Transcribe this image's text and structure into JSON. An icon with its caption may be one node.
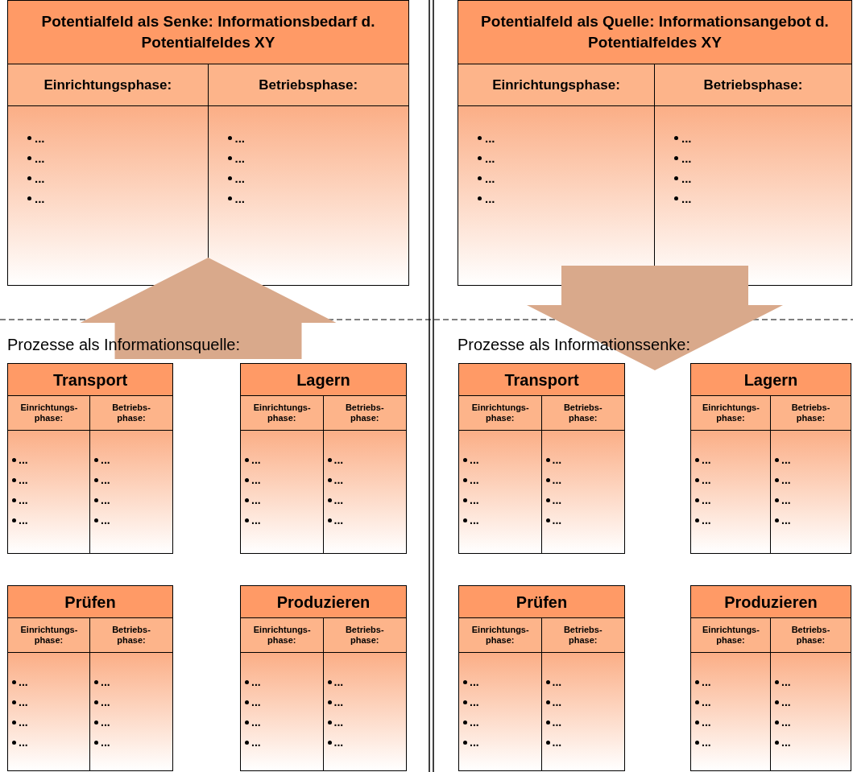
{
  "diagram": {
    "nodes": [
      {
        "text": [
          "Potentialfeld als Senke: Informationsbedarf d. Potentialfeldes XY"
        ]
      },
      {
        "text": [
          "Einrichtungsphase:",
          "...",
          "...",
          "...",
          "..."
        ],
        "in": 0
      },
      {
        "text": [
          "Betriebsphase:",
          "...",
          "...",
          "...",
          "..."
        ],
        "in": 0
      },
      {
        "text": [
          "Potentialfeld als Quelle: Informationsangebot d. Potentialfeldes XY"
        ]
      },
      {
        "text": [
          "Einrichtungsphase:",
          "...",
          "...",
          "...",
          "..."
        ],
        "in": 3
      },
      {
        "text": [
          "Betriebsphase:",
          "...",
          "...",
          "...",
          "..."
        ],
        "in": 3
      },
      {
        "text": [
          "Prozesse als Informationsquelle:"
        ]
      },
      {
        "text": [
          "Prozesse als Informationssenke:"
        ]
      },
      {
        "text": [
          "Transport"
        ]
      },
      {
        "text": [
          "Einrichtungs- phase:",
          "...",
          "...",
          "...",
          "..."
        ],
        "in": 8
      },
      {
        "text": [
          "Betriebs- phase:",
          "...",
          "...",
          "...",
          "..."
        ],
        "in": 8
      },
      {
        "text": [
          "Lagern"
        ]
      },
      {
        "text": [
          "Einrichtungs- phase:",
          "...",
          "...",
          "...",
          "..."
        ],
        "in": 11
      },
      {
        "text": [
          "Betriebs- phase:",
          "...",
          "...",
          "...",
          "..."
        ],
        "in": 11
      },
      {
        "text": [
          "Transport"
        ]
      },
      {
        "text": [
          "Einrichtungs- phase:",
          "...",
          "...",
          "...",
          "..."
        ],
        "in": 14
      },
      {
        "text": [
          "Betriebs- phase:",
          "...",
          "...",
          "...",
          "..."
        ],
        "in": 14
      },
      {
        "text": [
          "Lagern"
        ]
      },
      {
        "text": [
          "Einrichtungs- phase:",
          "...",
          "...",
          "...",
          "..."
        ],
        "in": 17
      },
      {
        "text": [
          "Betriebs- phase:",
          "...",
          "...",
          "...",
          "..."
        ],
        "in": 17
      },
      {
        "text": [
          "Prüfen"
        ]
      },
      {
        "text": [
          "Einrichtungs- phase:",
          "...",
          "...",
          "...",
          "..."
        ],
        "in": 20
      },
      {
        "text": [
          "Betriebs- phase:",
          "...",
          "...",
          "...",
          "..."
        ],
        "in": 20
      },
      {
        "text": [
          "Produzieren"
        ]
      },
      {
        "text": [
          "Einrichtungs- phase:",
          "...",
          "...",
          "...",
          "..."
        ],
        "in": 23
      },
      {
        "text": [
          "Betriebs- phase:",
          "...",
          "...",
          "...",
          "..."
        ],
        "in": 23
      },
      {
        "text": [
          "Prüfen"
        ]
      },
      {
        "text": [
          "Einrichtungs- phase:",
          "...",
          "...",
          "...",
          "..."
        ],
        "in": 26
      },
      {
        "text": [
          "Betriebs- phase:",
          "...",
          "...",
          "...",
          "..."
        ],
        "in": 26
      },
      {
        "text": [
          "Produzieren"
        ]
      },
      {
        "text": [
          "Einrichtungs- phase:",
          "...",
          "...",
          "...",
          "..."
        ],
        "in": 29
      },
      {
        "text": [
          "Betriebs- phase:",
          "...",
          "...",
          "...",
          "..."
        ],
        "in": 29
      }
    ],
    "edges": [
      {
        "from": 6,
        "to": 0,
        "arrow": "to"
      },
      {
        "from": 3,
        "to": 7,
        "arrow": "to"
      }
    ]
  }
}
